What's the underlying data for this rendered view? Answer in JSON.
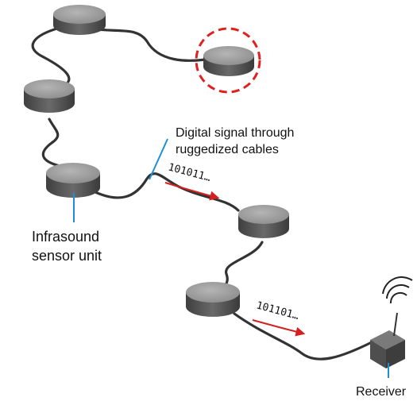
{
  "labels": {
    "signal_line1": "Digital signal through",
    "signal_line2": "ruggedized cables",
    "sensor_line1": "Infrasound",
    "sensor_line2": "sensor unit",
    "receiver": "Receiver",
    "bits_1": "101011…",
    "bits_2": "101101…"
  },
  "colors": {
    "sensor_top": "#9a9a9a",
    "sensor_side": "#565656",
    "cable": "#3a3a3a",
    "highlight": "#e02020",
    "leader": "#1e8fd6",
    "signal_arrow": "#d42020",
    "receiver_box": "#5a5a5a"
  },
  "icons": {
    "highlighted_sensor": "dashed-red-circle",
    "receiver_antenna": "wireless-signal-icon"
  }
}
